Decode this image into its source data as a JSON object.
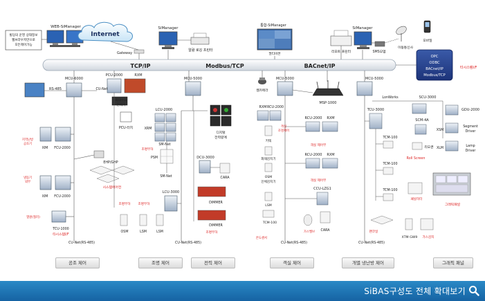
{
  "network": {
    "tcpip": "TCP/IP",
    "modbus": "Modbus/TCP",
    "bacnet": "BACnet/IP",
    "internet": "Internet",
    "gateway": "Gateway"
  },
  "top": {
    "web_simanager": "WEB-SiManager",
    "left_note": [
      "빌딩의 운영 상태정보",
      "웹브라우저만으로",
      "모든제어가능"
    ],
    "simanager1": "SiManager",
    "alarm_printer": "알람 로깅 프린터",
    "integrated_simanager": "통합-SiManager",
    "multivision": "멀티비젼",
    "report_printer": "리포트 프린터",
    "simanager2": "SiManager",
    "sms": "SMS모뎀",
    "mobile_carrier": "이동통신사",
    "mobile": "모바일",
    "protocols": [
      "OPC",
      "ODBC",
      "BACnet/IP",
      "Modbus/TCP"
    ],
    "other_link": "타시스템I/F"
  },
  "col1": {
    "mcu": "MCU-6000",
    "rs485": "RS-485",
    "xim1": "XIM",
    "fcu1": "FCU-2000",
    "xim2": "XIM",
    "fcu2": "FCU-2000",
    "red1": [
      "지역난방",
      "공조기"
    ],
    "red2": [
      "냉동기",
      "외부"
    ],
    "red3": "열원(칠러)",
    "tcu": "TCU-1000",
    "other": "타시스템I/F",
    "cunet": "CU-Net(RS-485)",
    "ehp": "EHP/GHP",
    "sys_aircon": "시스템에어컨"
  },
  "col2": {
    "pcu": "PCU-2000",
    "rxm": "RXM",
    "cunet_top": "CU-Net",
    "peak": [
      "최대수요",
      "전력기"
    ],
    "pcu_touch": "PCU-터치",
    "lcu": "LCU-2000",
    "xrm": "XRM",
    "smnet1": "SM-Net",
    "light_switch": "조명부하",
    "psm": "PSM",
    "smnet2": "SM-Net",
    "lcu3000": "LCU-3000",
    "light_load1": "조명부하",
    "light_load2": "조명부하",
    "osm": "OSM",
    "lsm1": "LSM",
    "lsm2": "LSM",
    "cunet": "CU-Net(RS-485)"
  },
  "col3": {
    "mcu": "MCU-5000",
    "digital": [
      "디지털",
      "전력량계"
    ],
    "dcu": "DCU-3000",
    "cara": "CARA",
    "dimmer1": "DIMMER",
    "dimmer2": "DIMMER",
    "light_load": "조명부하",
    "cunet": "CU-Net(RS-485)"
  },
  "col4": {
    "camera": "웹카메라",
    "mcu": "MCU-5000",
    "msp": "MSP-1000",
    "rxm1": "RXM",
    "rcu1": "RCU-2000",
    "guest_light": [
      "객실",
      "조명제어"
    ],
    "keycard": "키텍",
    "rcu2": "RCU-2000",
    "rxm2": "RXM",
    "room_ctrl": "객실 제어부",
    "sensor1": "화재감지기",
    "osm": [
      "OSM",
      "인체감지기"
    ],
    "rcu3": "RCU-2000",
    "rxm3": "RXM",
    "room_ctrl2": "객실 제어부",
    "ccu": "CCU-LZG1",
    "lsm": "LSM",
    "tcm": "TCM-100",
    "temp_sensor": "온도센서",
    "gas": "가스밸브",
    "cara": "CARA",
    "cunet": "CU-Net(RS-485)"
  },
  "col5": {
    "mcu": "MCU-5000",
    "lonworks": "LonWorks",
    "scu": "SCU-3000",
    "scm": "SCM-4A",
    "tcu": "TCU-3000",
    "tcm1": "TCM-100",
    "tcm2": "TCM-100",
    "tcm3": "TCM-100",
    "roll": "Roll Screen",
    "remote": "리모콘",
    "xtm": "XTM-GW9",
    "fan": "팬코일",
    "heater": "패널히터",
    "gas_sensor": "가스감지",
    "cunet": "CU-Net(RS-485)"
  },
  "col6": {
    "gdu": "GDU-2000",
    "xsm": "XSM",
    "segment": [
      "Segment",
      "Driver"
    ],
    "xlm": "XLM",
    "lamp": [
      "Lamp",
      "Driver"
    ],
    "graphic": "그래픽패널"
  },
  "sections": [
    "공조 제어",
    "조명 제어",
    "전력 제어",
    "객실 제어",
    "개별 냉난방 제어",
    "그래픽 패널"
  ],
  "footer": "SiBAS구성도 전체 확대보기"
}
